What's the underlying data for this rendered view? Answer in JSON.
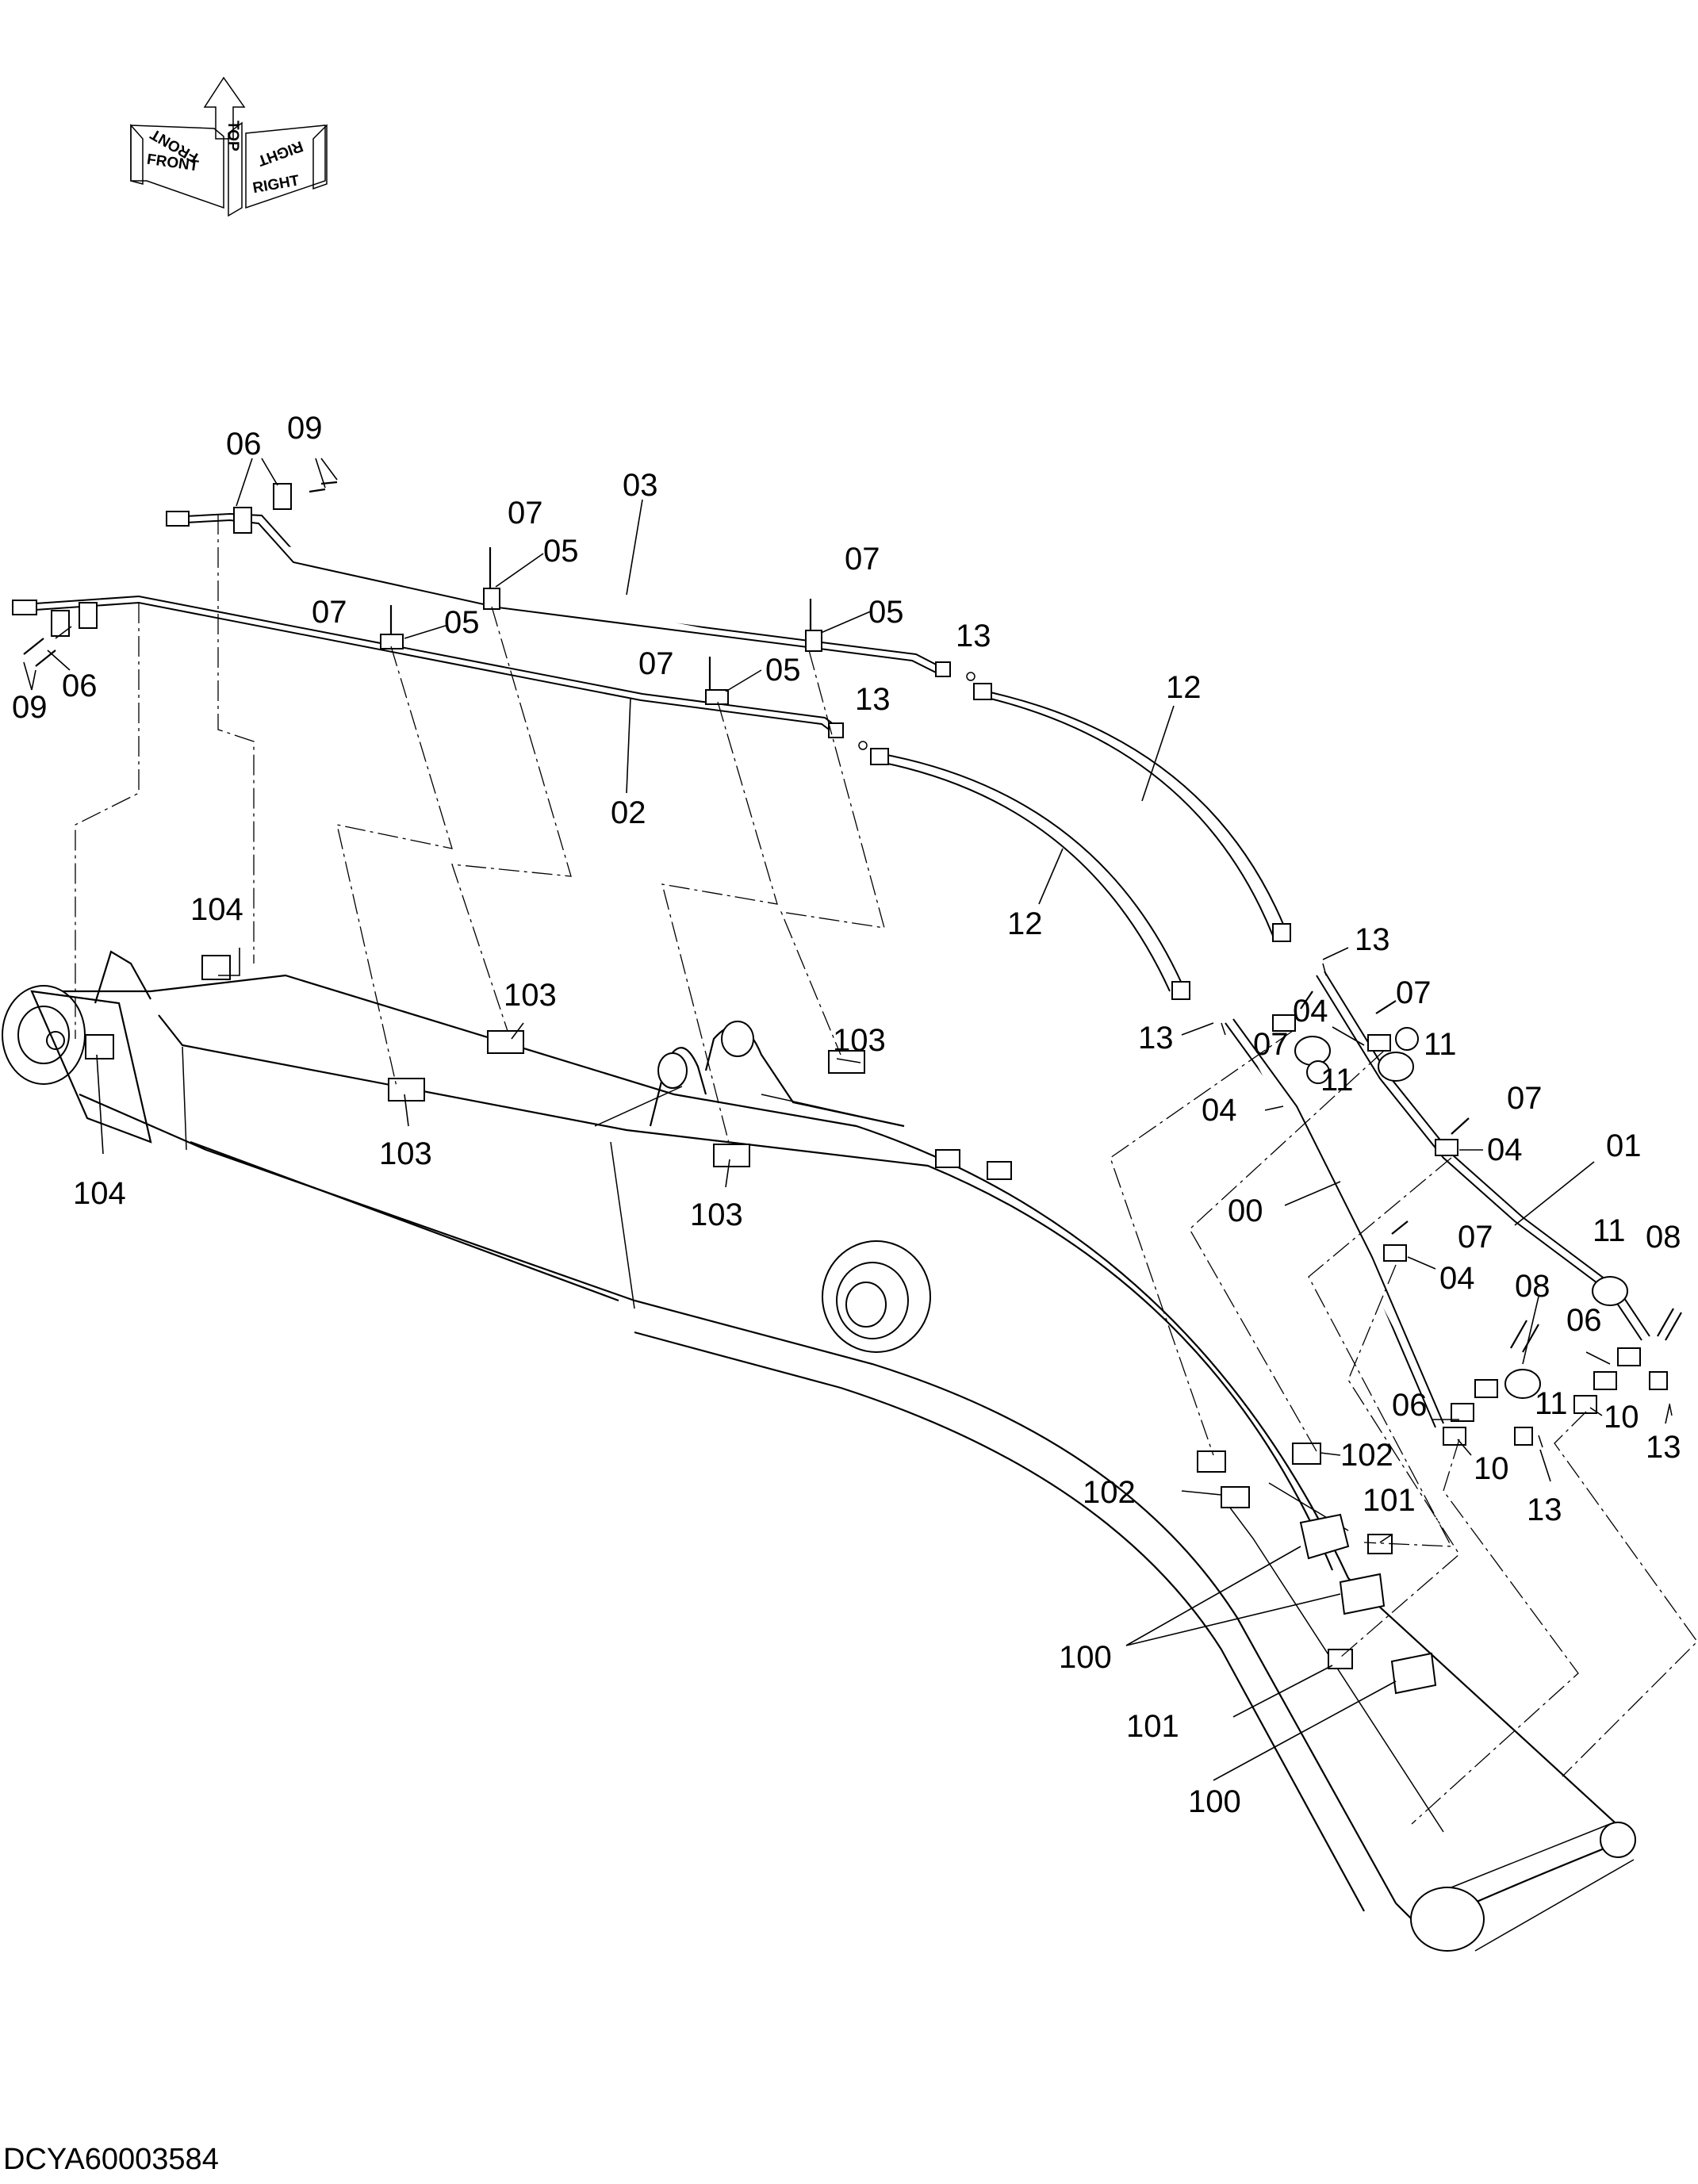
{
  "direction_indicator": {
    "top": "TOP",
    "front": "FRONT",
    "right": "RIGHT",
    "front_mirror": "FRONT",
    "right_mirror": "RIGHT"
  },
  "drawing_code": "DCYA60003584",
  "labels": {
    "l06_a": "06",
    "l09_a": "09",
    "l03": "03",
    "l07_a": "07",
    "l05_a": "05",
    "l07_b": "07",
    "l05_b": "05",
    "l07_c": "07",
    "l05_c": "05",
    "l07_d": "07",
    "l05_d": "05",
    "l09_b": "09",
    "l06_b": "06",
    "l02": "02",
    "l13_a": "13",
    "l13_b": "13",
    "l12_a": "12",
    "l12_b": "12",
    "l13_c": "13",
    "l13_d": "13",
    "l04_a": "04",
    "l07_e": "07",
    "l11_a": "11",
    "l07_f": "07",
    "l04_b": "04",
    "l11_b": "11",
    "l07_g": "07",
    "l04_c": "04",
    "l01": "01",
    "l00": "00",
    "l07_h": "07",
    "l04_d": "04",
    "l11_c": "11",
    "l08_a": "08",
    "l08_b": "08",
    "l06_c": "06",
    "l06_d": "06",
    "l11_d": "11",
    "l10_a": "10",
    "l10_b": "10",
    "l13_e": "13",
    "l13_f": "13",
    "l104_a": "104",
    "l104_b": "104",
    "l103_a": "103",
    "l103_b": "103",
    "l103_c": "103",
    "l103_d": "103",
    "l102_a": "102",
    "l102_b": "102",
    "l101_a": "101",
    "l101_b": "101",
    "l100_a": "100",
    "l100_b": "100"
  }
}
